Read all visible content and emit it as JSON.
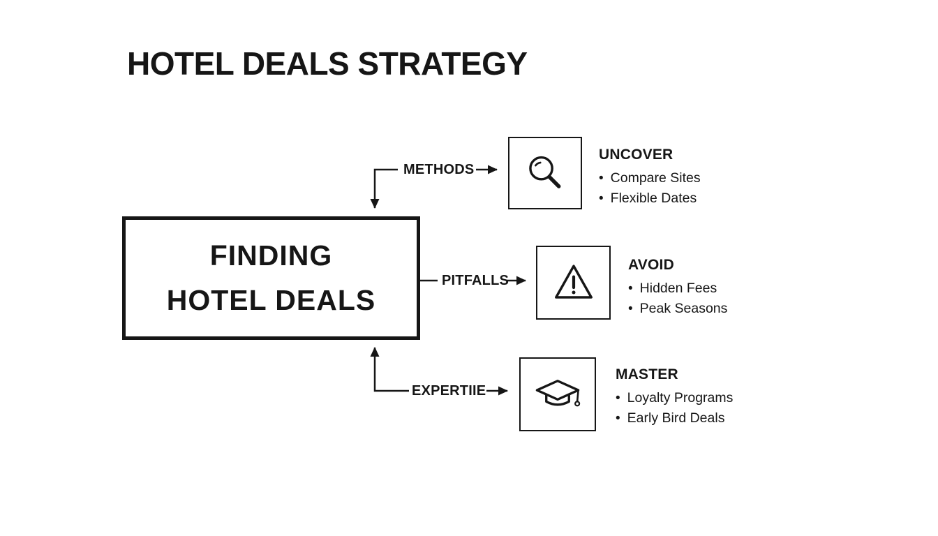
{
  "title": "HOTEL DEALS STRATEGY",
  "center_box": {
    "line1": "FINDING",
    "line2": "HOTEL DEALS"
  },
  "branches": [
    {
      "label": "METHODS",
      "icon": "magnifier-icon",
      "heading": "UNCOVER",
      "bullets": [
        "Compare Sites",
        "Flexible Dates"
      ]
    },
    {
      "label": "PITFALLS",
      "icon": "warning-triangle-icon",
      "heading": "AVOID",
      "bullets": [
        "Hidden Fees",
        "Peak Seasons"
      ]
    },
    {
      "label": "EXPERTIIE",
      "icon": "graduation-cap-icon",
      "heading": "MASTER",
      "bullets": [
        "Loyalty Programs",
        "Early Bird Deals"
      ]
    }
  ],
  "colors": {
    "ink": "#161616",
    "background": "#ffffff"
  }
}
